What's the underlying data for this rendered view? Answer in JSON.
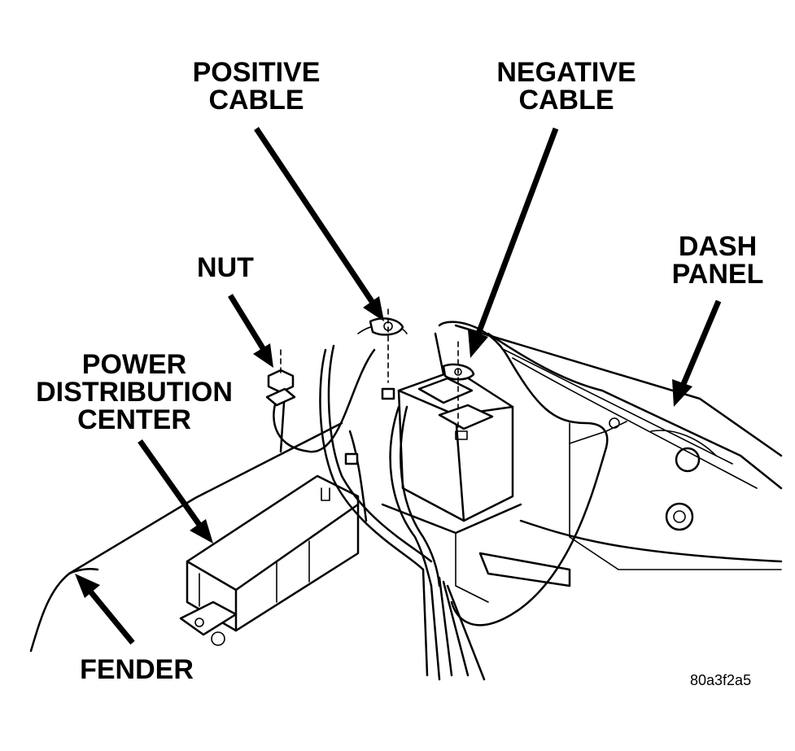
{
  "labels": {
    "positive_cable_line1": "POSITIVE",
    "positive_cable_line2": "CABLE",
    "negative_cable_line1": "NEGATIVE",
    "negative_cable_line2": "CABLE",
    "nut": "NUT",
    "dash_panel_line1": "DASH",
    "dash_panel_line2": "PANEL",
    "pdc_line1": "POWER",
    "pdc_line2": "DISTRIBUTION",
    "pdc_line3": "CENTER",
    "fender": "FENDER"
  },
  "figure_code": "80a3f2a5",
  "colors": {
    "ink": "#000000",
    "paper": "#ffffff"
  }
}
